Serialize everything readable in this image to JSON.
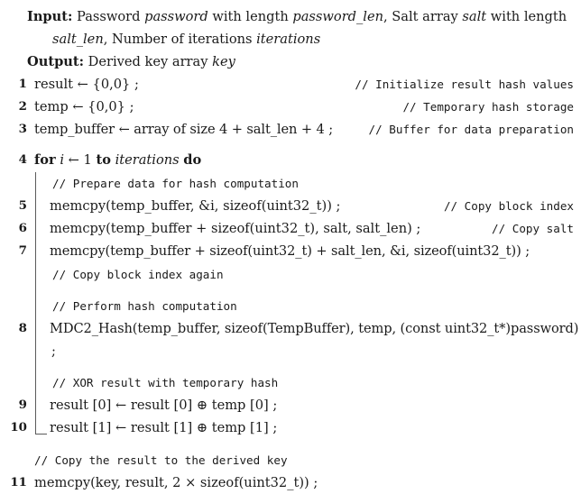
{
  "header": {
    "input_label": "Input:",
    "input_line1_pre": "Password ",
    "input_var1": "password",
    "input_mid1": " with length ",
    "input_var2": "password_len",
    "input_mid2": ", Salt array ",
    "input_var3": "salt",
    "input_mid3": " with length",
    "input_line2_var": "salt_len",
    "input_line2_text": ", Number of iterations ",
    "input_line2_var2": "iterations",
    "output_label": "Output:",
    "output_text_pre": "Derived key array ",
    "output_var": "key"
  },
  "lines": [
    {
      "no": "1",
      "code": "result ← {0,0} ;",
      "comment": "// Initialize result hash values"
    },
    {
      "no": "2",
      "code": "temp ← {0,0} ;",
      "comment": "// Temporary hash storage"
    },
    {
      "no": "3",
      "code": "temp_buffer ← array of size 4 + salt_len + 4 ;",
      "comment": "// Buffer for data preparation"
    }
  ],
  "loop": {
    "no": "4",
    "kw_for": "for",
    "var_i": "i",
    "arrow_part": " ← 1 ",
    "kw_to": "to",
    "bound": "iterations",
    "kw_do": "do",
    "comment_prepare": "// Prepare data for hash computation",
    "comment_perform": "// Perform hash computation",
    "comment_xor": "// XOR result with temporary hash",
    "comment_copy_again": "// Copy block index again",
    "body": [
      {
        "no": "5",
        "code": "memcpy(temp_buffer, &i, sizeof(uint32_t)) ;",
        "comment": "// Copy block index"
      },
      {
        "no": "6",
        "code": "memcpy(temp_buffer + sizeof(uint32_t), salt, salt_len) ;",
        "comment": "// Copy salt"
      },
      {
        "no": "7",
        "code": "memcpy(temp_buffer + sizeof(uint32_t) + salt_len, &i, sizeof(uint32_t)) ;",
        "comment": ""
      },
      {
        "no": "8",
        "code": "MDC2_Hash(temp_buffer, sizeof(TempBuffer), temp, (const uint32_t*)password)",
        "code_cont": ";",
        "comment": ""
      },
      {
        "no": "9",
        "code": "result [0] ← result [0] ⊕ temp [0] ;",
        "comment": ""
      },
      {
        "no": "10",
        "code": "result [1] ← result [1] ⊕ temp [1] ;",
        "comment": ""
      }
    ]
  },
  "tail": {
    "comment": "// Copy the result to the derived key",
    "no": "11",
    "code": "memcpy(key, result, 2 × sizeof(uint32_t)) ;"
  },
  "colors": {
    "text": "#1a1a1a",
    "rule": "#5b5b5b",
    "background": "#ffffff"
  }
}
